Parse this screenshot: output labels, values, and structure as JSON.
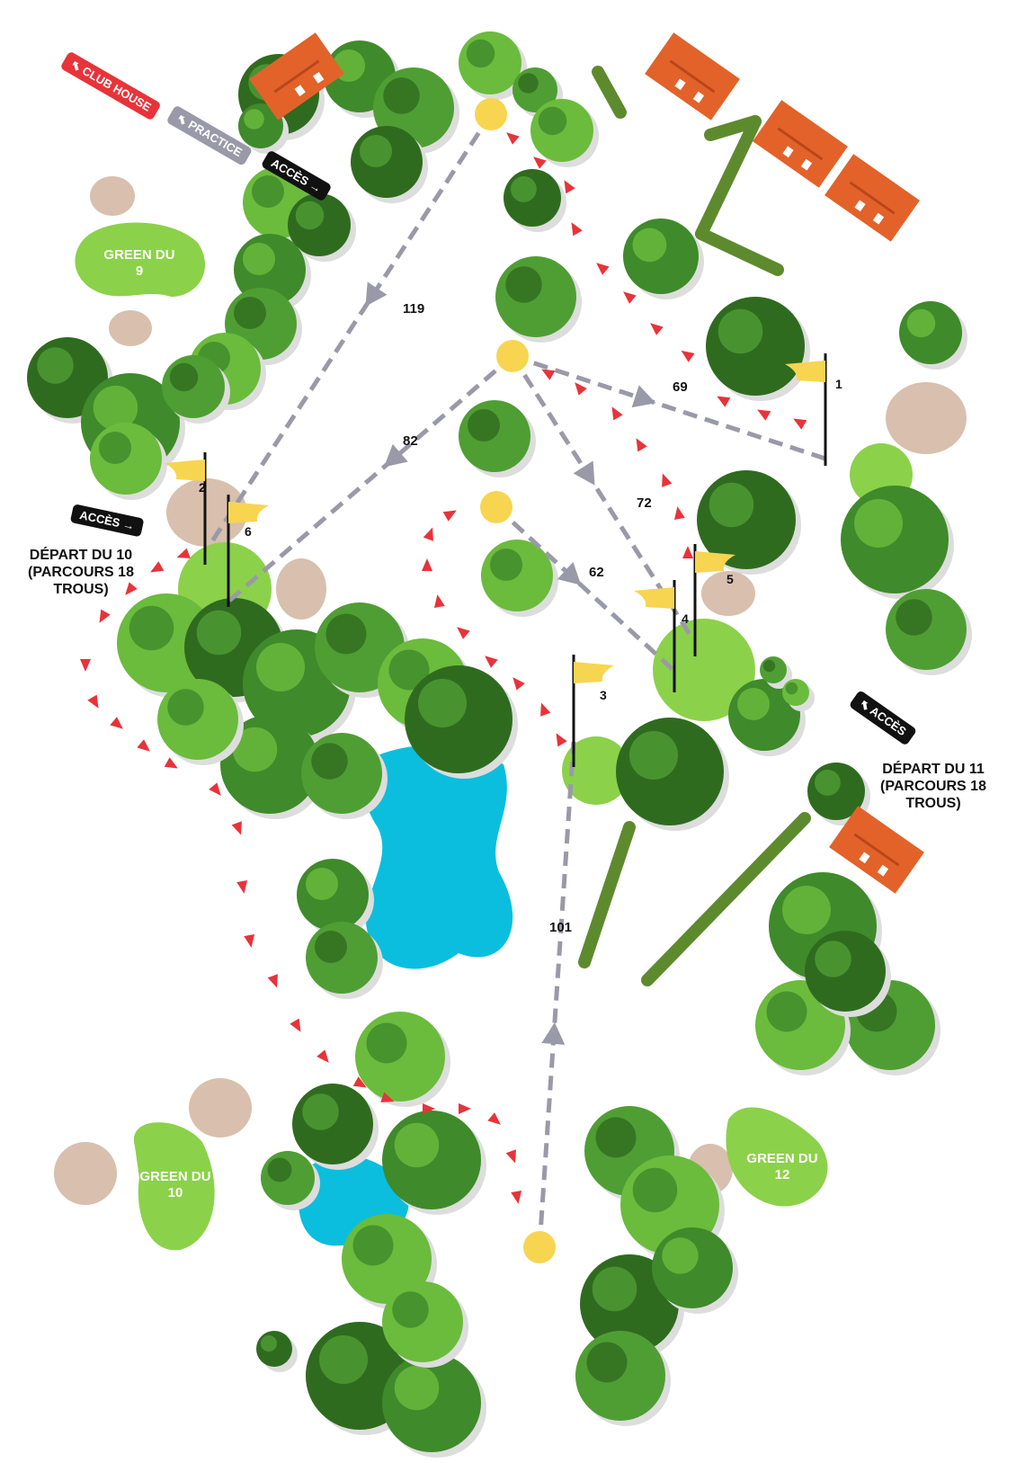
{
  "signs": {
    "club_house": "CLUB HOUSE",
    "practice": "PRACTICE",
    "acces_top": "ACCÈS",
    "acces_left": "ACCÈS",
    "acces_right": "ACCÈS"
  },
  "greens": {
    "green9": "GREEN DU 9",
    "green10": "GREEN DU 10",
    "green12": "GREEN DU 12"
  },
  "departs": {
    "depart10": "DÉPART DU 10 (PARCOURS 18 TROUS)",
    "depart11": "DÉPART DU 11 (PARCOURS 18 TROUS)"
  },
  "distances": {
    "d119": "119",
    "d82": "82",
    "d69": "69",
    "d72": "72",
    "d62": "62",
    "d101": "101"
  },
  "flags": [
    "1",
    "2",
    "3",
    "4",
    "5",
    "6"
  ],
  "colors": {
    "fairway_green": "#8cd14a",
    "bunker": "#d8bfae",
    "water": "#0bbede",
    "tee": "#f7d550",
    "path": "#9a99a8",
    "arrow": "#e8333a",
    "roof": "#e2622a",
    "sign_red": "#e8333a",
    "sign_grey": "#9a99a8",
    "sign_black": "#111111"
  }
}
